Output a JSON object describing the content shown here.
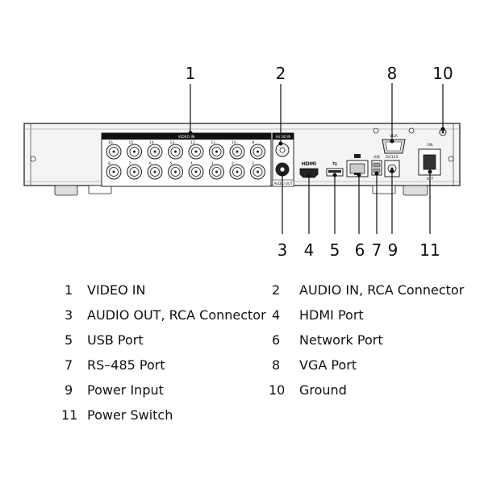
{
  "callouts": [
    "1",
    "2",
    "3",
    "4",
    "5",
    "6",
    "7",
    "8",
    "9",
    "10",
    "11"
  ],
  "panel_labels": {
    "video_in": "VIDEO IN",
    "audio_in": "AUDIO IN",
    "audio_out": "AUDIO OUT",
    "hdmi": "HDMI",
    "vga": "VGA",
    "ab": "A/B",
    "dc": "DC12V",
    "on": "ON",
    "off": "OFF",
    "top_channels": [
      "16",
      "15",
      "14",
      "13",
      "12",
      "11",
      "10",
      "9"
    ],
    "bottom_channels": [
      "8",
      "7",
      "6",
      "5",
      "4",
      "3",
      "2",
      "1"
    ]
  },
  "legend": [
    {
      "num": "1",
      "text": "VIDEO IN"
    },
    {
      "num": "2",
      "text": "AUDIO IN, RCA Connector"
    },
    {
      "num": "3",
      "text": "AUDIO OUT, RCA Connector"
    },
    {
      "num": "4",
      "text": "HDMI Port"
    },
    {
      "num": "5",
      "text": "USB Port"
    },
    {
      "num": "6",
      "text": "Network Port"
    },
    {
      "num": "7",
      "text": "RS–485 Port"
    },
    {
      "num": "8",
      "text": "VGA Port"
    },
    {
      "num": "9",
      "text": "Power Input"
    },
    {
      "num": "10",
      "text": "Ground"
    },
    {
      "num": "11",
      "text": "Power Switch"
    }
  ]
}
